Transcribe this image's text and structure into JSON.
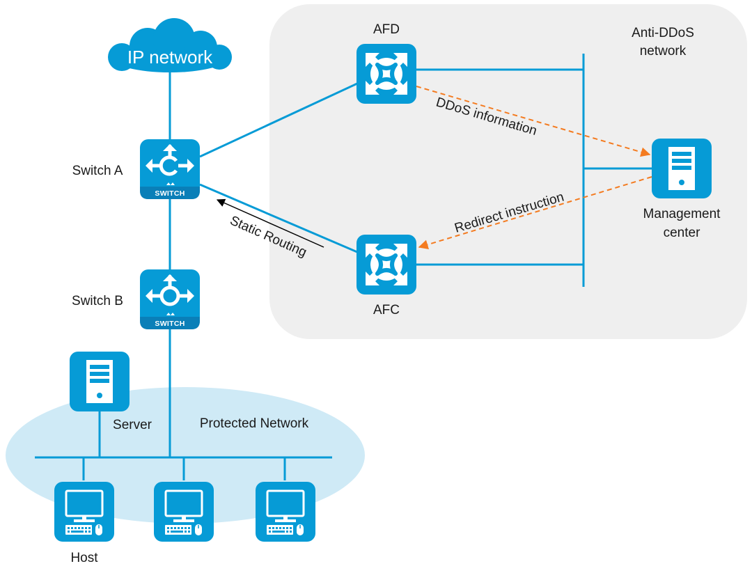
{
  "colors": {
    "device_blue": "#069bd6",
    "switch_band": "#0a7fb8",
    "anti_ddos_zone": "#efefef",
    "protected_zone": "#cfeaf6",
    "message_arrow": "#f47b20",
    "routing_arrow": "#000000"
  },
  "zones": {
    "anti_ddos": "Anti-DDoS\nnetwork",
    "anti_ddos_line1": "Anti-DDoS",
    "anti_ddos_line2": "network",
    "protected": "Protected Network"
  },
  "cloud": {
    "label": "IP network",
    "icon": "cloud-icon"
  },
  "devices": {
    "switch_a": {
      "label": "Switch A",
      "badge": "SWITCH",
      "icon": "switch-icon"
    },
    "switch_b": {
      "label": "Switch B",
      "badge": "SWITCH",
      "icon": "switch-icon"
    },
    "afd": {
      "label": "AFD",
      "icon": "anti-ddos-device-icon"
    },
    "afc": {
      "label": "AFC",
      "icon": "anti-ddos-device-icon"
    },
    "management_center": {
      "label_line1": "Management",
      "label_line2": "center",
      "icon": "server-icon"
    },
    "server": {
      "label": "Server",
      "icon": "server-icon"
    },
    "hosts": [
      {
        "label": "Host",
        "icon": "host-pc-icon"
      },
      {
        "label": "",
        "icon": "host-pc-icon"
      },
      {
        "label": "",
        "icon": "host-pc-icon"
      }
    ]
  },
  "arrows": {
    "ddos_information": "DDoS information",
    "redirect_instruction": "Redirect instruction",
    "static_routing": "Static Routing"
  }
}
